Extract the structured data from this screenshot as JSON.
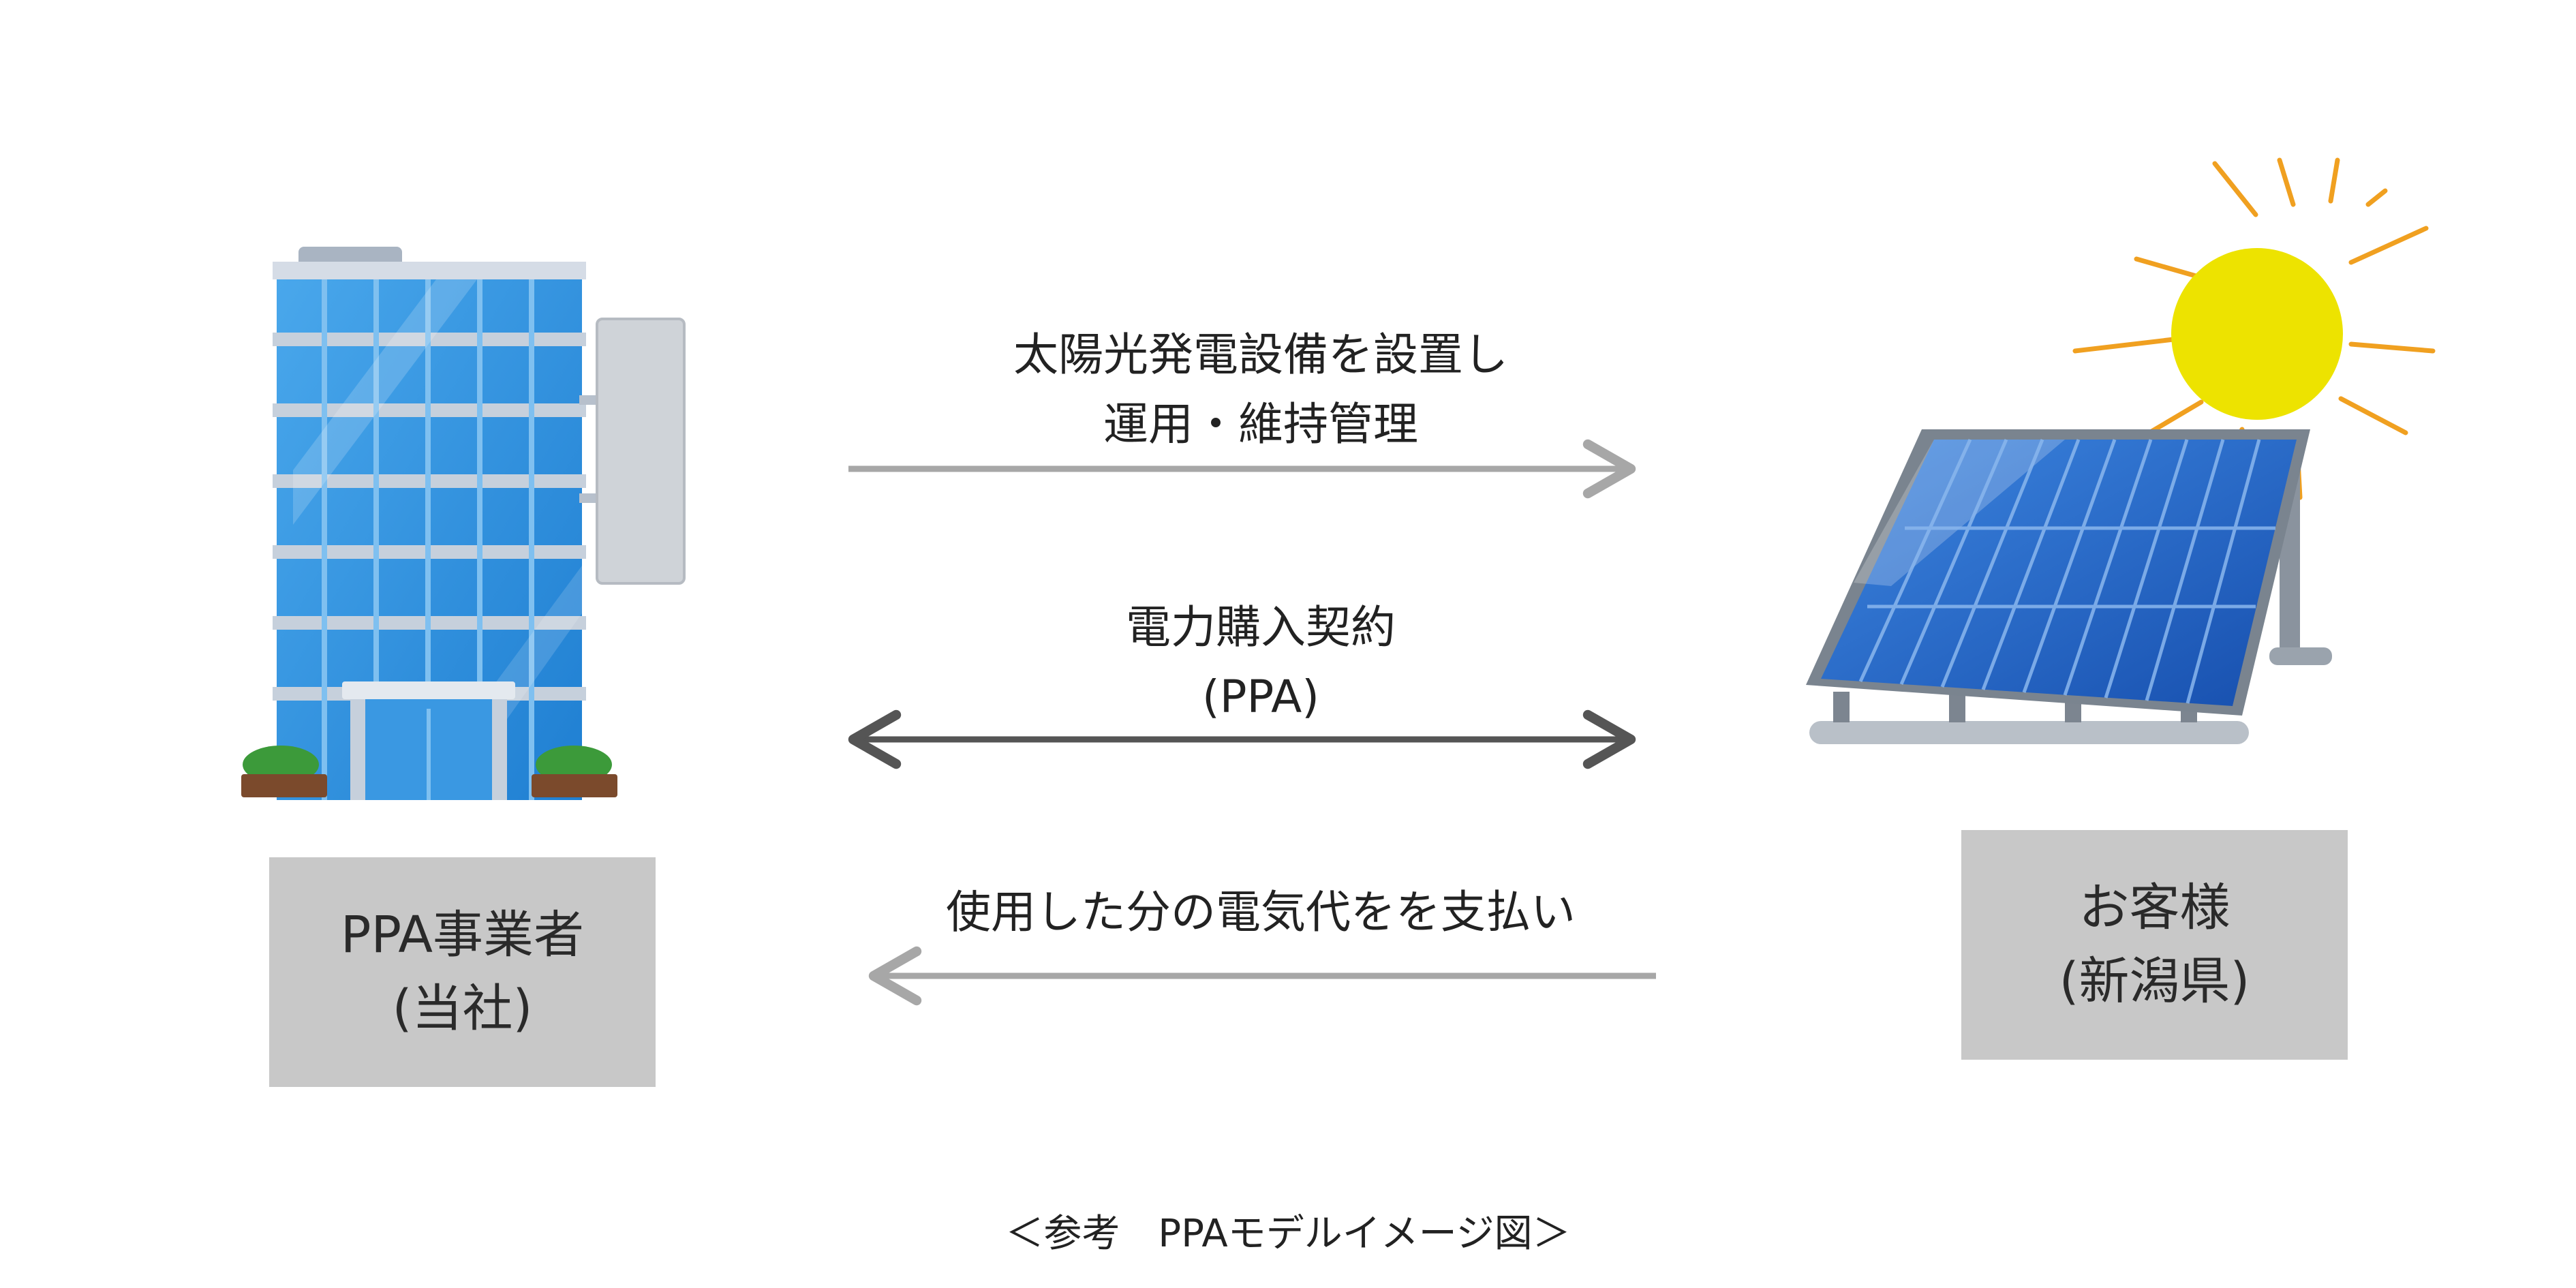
{
  "left_box": {
    "line1": "PPA事業者",
    "line2": "(当社)"
  },
  "right_box": {
    "line1": "お客様",
    "line2": "(新潟県)"
  },
  "arrows": {
    "top": {
      "line1": "太陽光発電設備を設置し",
      "line2": "運用・維持管理",
      "color": "#a7a7a7"
    },
    "middle": {
      "line1": "電力購入契約",
      "line2": "(PPA)",
      "color": "#555555"
    },
    "bottom": {
      "line1": "使用した分の電気代をを支払い",
      "color": "#a7a7a7"
    }
  },
  "footer": "＜参考　PPAモデルイメージ図＞",
  "colors": {
    "box_bg": "#c8c8c8",
    "building_glass": "#2f8fdc",
    "sun": "#ede300",
    "sun_rays": "#f0a020",
    "panel": "#1f5fc0"
  }
}
